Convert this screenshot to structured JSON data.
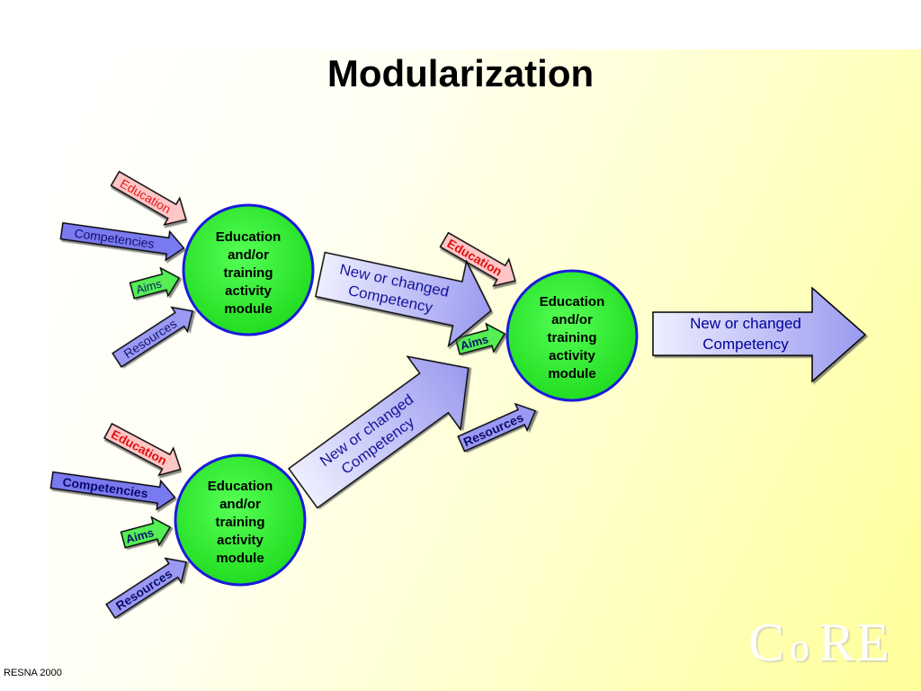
{
  "title": "Modularization",
  "footer": "RESNA 2000",
  "logo_text": "CoRE",
  "module_text": [
    "Education",
    "and/or",
    "training",
    "activity",
    "module"
  ],
  "input_labels": {
    "education": "Education",
    "competencies": "Competencies",
    "aims": "Aims",
    "resources": "Resources"
  },
  "output_text": [
    "New or changed",
    "Competency"
  ],
  "colors": {
    "circle_fill": "#33ee33",
    "circle_stroke": "#1a1adc",
    "education_arrow": "#ffc6c6",
    "education_text": "#e00000",
    "competencies_arrow": "#7a7af0",
    "competencies_text": "#000066",
    "aims_arrow": "#55ee55",
    "resources_arrow": "#9a9af4",
    "big_arrow": "#c8c8f8",
    "big_arrow_text": "#000099"
  }
}
